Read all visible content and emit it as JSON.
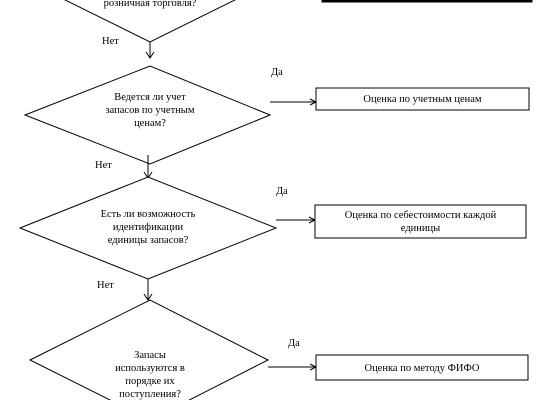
{
  "flowchart": {
    "q0_tail": "розничная торговля?",
    "q1": "Ведется ли учет\nзапасов по учетным\nценам?",
    "q2": "Есть ли возможность\nидентификации\nединицы запасов?",
    "q3": "Запасы\nиспользуются в\nпорядке их\nпоступления?",
    "r1": "Оценка по учетным ценам",
    "r2": "Оценка по себестоимости каждой\nединицы",
    "r3": "Оценка по методу ФИФО",
    "yes": "Да",
    "no": "Нет"
  }
}
